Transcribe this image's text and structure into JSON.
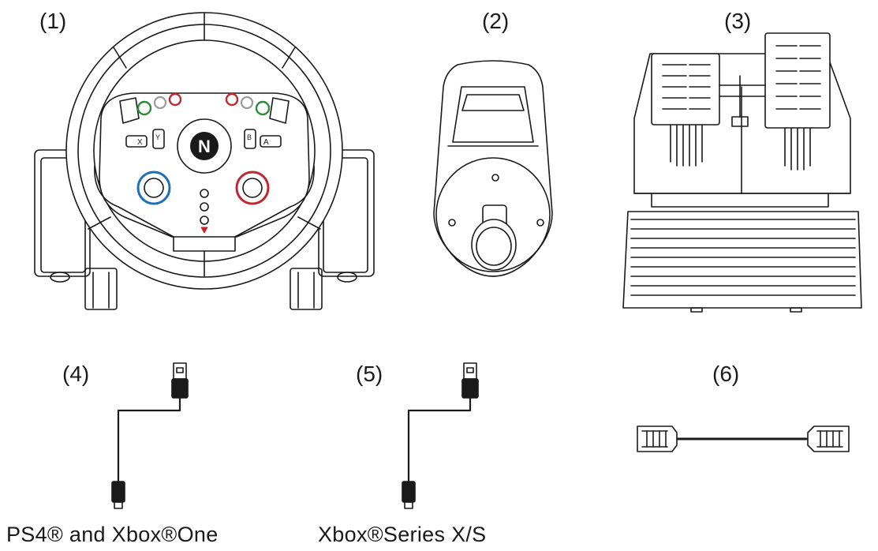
{
  "items": [
    {
      "number": "(1)",
      "name": "steering-wheel"
    },
    {
      "number": "(2)",
      "name": "gear-shifter"
    },
    {
      "number": "(3)",
      "name": "pedals"
    },
    {
      "number": "(4)",
      "name": "usb-cable-ps4-xbox-one"
    },
    {
      "number": "(5)",
      "name": "usb-cable-xbox-series"
    },
    {
      "number": "(6)",
      "name": "rj-cable"
    }
  ],
  "wheel": {
    "logo": "N",
    "left_buttons": [
      "X",
      "Y"
    ],
    "right_buttons": [
      "B",
      "A"
    ]
  },
  "captions": {
    "cable_4": "PS4® and Xbox®One",
    "cable_5": "Xbox®Series X/S"
  },
  "colors": {
    "line": "#1a1a1a",
    "green": "#2e8b3c",
    "red": "#c0262d",
    "blue": "#1d6fb8",
    "gray": "#9a9a9a"
  }
}
